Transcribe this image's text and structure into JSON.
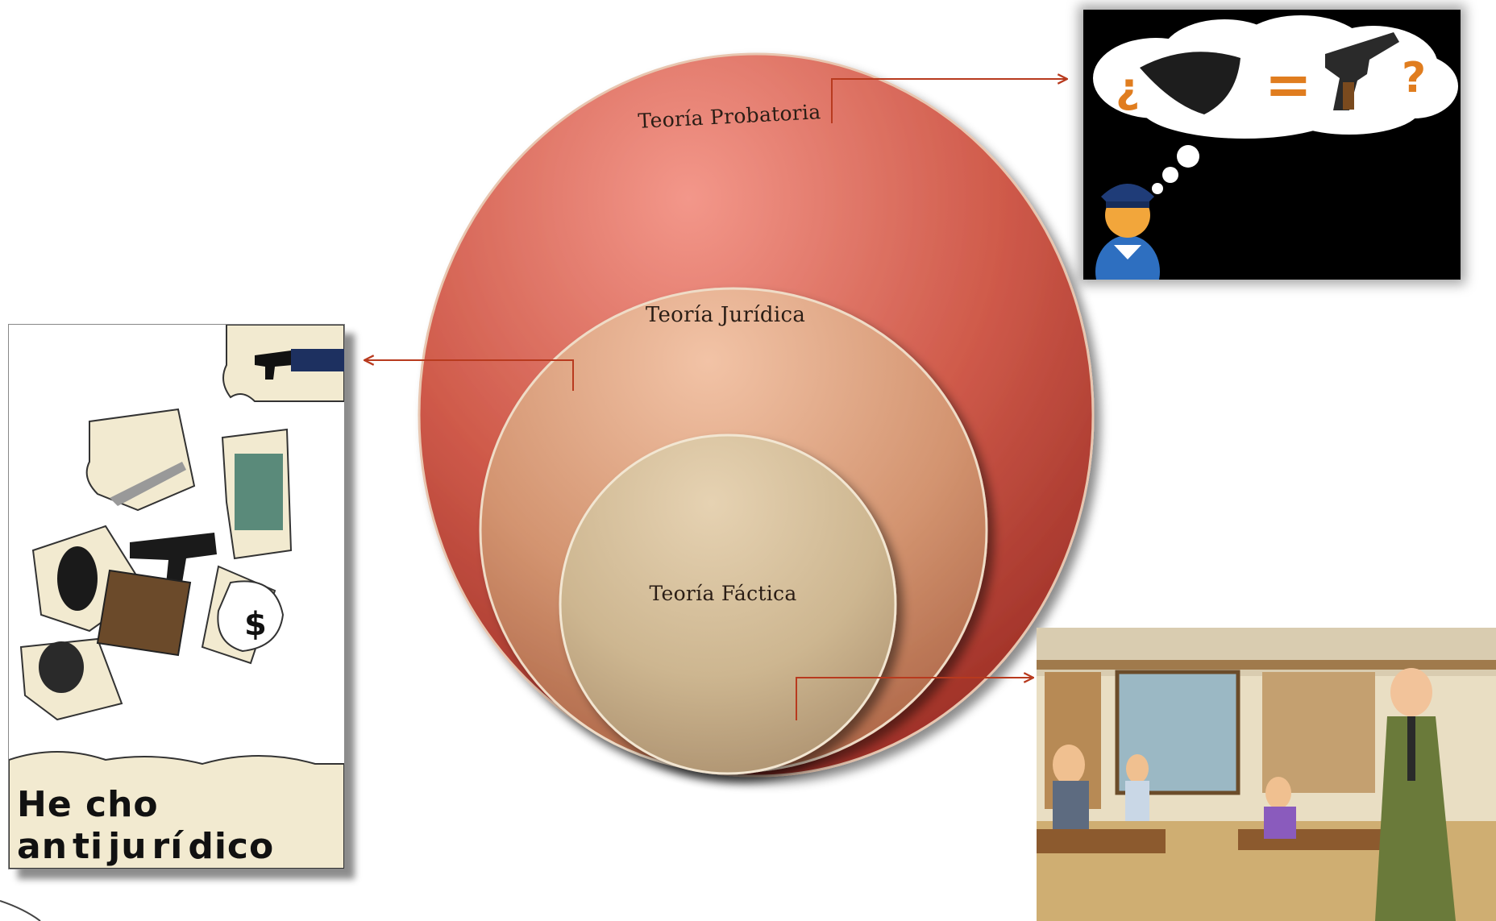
{
  "diagram": {
    "circles": [
      {
        "label": "Teoría Probatoria",
        "color": "#c0473a"
      },
      {
        "label": "Teoría Jurídica",
        "color": "#d48f6b"
      },
      {
        "label": "Teoría Fáctica",
        "color": "#cbb391"
      }
    ],
    "connector_color": "#b83a1e"
  },
  "images": {
    "top_right": {
      "icon": "thinking-police-icon",
      "question_open": "¿",
      "equals": "=",
      "question_close": "?"
    },
    "left": {
      "icon": "crime-puzzle-icon",
      "text_line1": "He cho",
      "text_line2_parts": [
        "an",
        "ti",
        "ju",
        "rí",
        "dico"
      ]
    },
    "bottom_right": {
      "icon": "courtroom-icon"
    }
  }
}
